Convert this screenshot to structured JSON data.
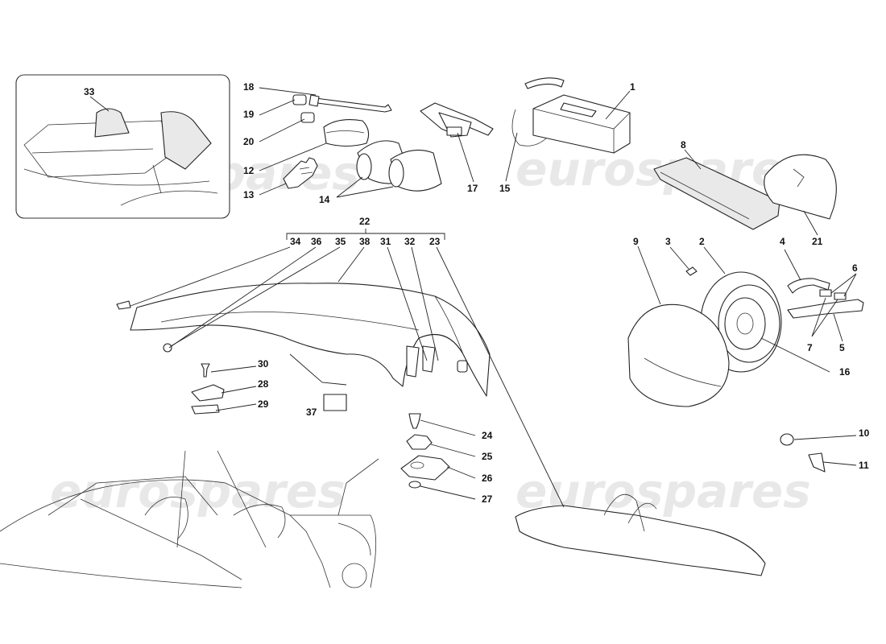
{
  "watermark": "eurospares",
  "labels": {
    "l1": "1",
    "l2": "2",
    "l3": "3",
    "l4": "4",
    "l5": "5",
    "l6": "6",
    "l7": "7",
    "l8": "8",
    "l9": "9",
    "l10": "10",
    "l11": "11",
    "l12": "12",
    "l13": "13",
    "l14": "14",
    "l15": "15",
    "l16": "16",
    "l17": "17",
    "l18": "18",
    "l19": "19",
    "l20": "20",
    "l21": "21",
    "l22": "22",
    "l23": "23",
    "l24": "24",
    "l25": "25",
    "l26": "26",
    "l27": "27",
    "l28": "28",
    "l29": "29",
    "l30": "30",
    "l31": "31",
    "l32": "32",
    "l33": "33",
    "l34": "34",
    "l35": "35",
    "l36": "36",
    "l37": "37",
    "l38": "38"
  }
}
